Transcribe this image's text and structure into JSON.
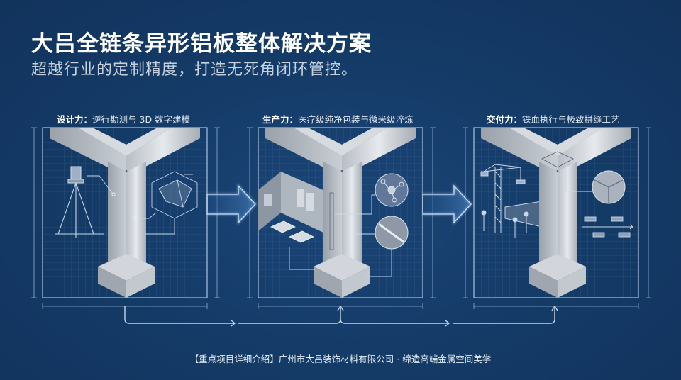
{
  "header": {
    "title": "大吕全链条异形铝板整体解决方案",
    "subtitle": "超越行业的定制精度，打造无死角闭环管控。"
  },
  "panels": [
    {
      "label_prefix": "设计力：",
      "label_text": "逆行勘测与 3D 数字建模",
      "illustration": "aluminum-column-with-survey-instrument-and-3d-model",
      "icons": [
        "total-station-tripod-icon",
        "3d-wireframe-model-icon"
      ]
    },
    {
      "label_prefix": "生产力：",
      "label_text": "医疗级纯净包装与微米级淬炼",
      "illustration": "aluminum-column-with-cleanroom-and-material-details",
      "icons": [
        "cleanroom-icon",
        "packaged-panels-icon",
        "molecule-detail-icon",
        "mesh-texture-detail-icon"
      ]
    },
    {
      "label_prefix": "交付力：",
      "label_text": "铁血执行与极致拼缝工艺",
      "illustration": "aluminum-column-with-construction-site-and-seam-detail",
      "icons": [
        "tower-crane-workers-icon",
        "seam-joint-detail-icon",
        "process-timeline-icon"
      ]
    }
  ],
  "flow": {
    "arrows": [
      "panel-1-to-panel-2",
      "panel-2-to-panel-3"
    ],
    "loop": "closed-loop-connector"
  },
  "footer": {
    "text": "【重点项目详细介绍】广州市大吕装饰材料有限公司 · 缔造高端金属空间美学"
  },
  "colors": {
    "background": "#143a66",
    "blueprint_line": "#8fb0d6",
    "metal_light": "#d9dde3",
    "metal_dark": "#8c939d",
    "text": "#ffffff"
  }
}
